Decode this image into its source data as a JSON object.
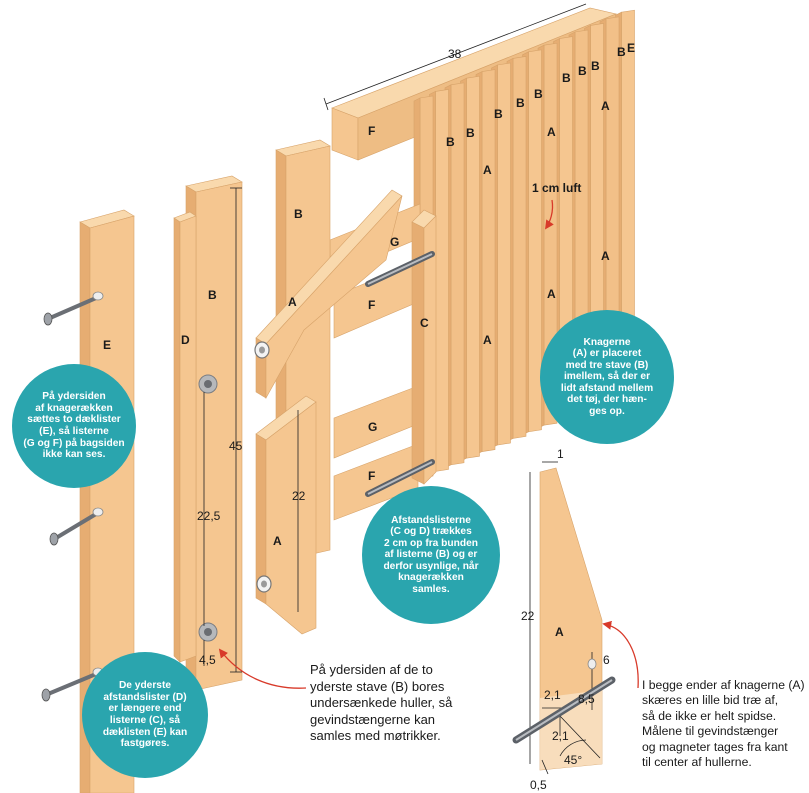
{
  "labels": {
    "E": "E",
    "D": "D",
    "B": "B",
    "A": "A",
    "F": "F",
    "G": "G",
    "C": "C"
  },
  "dimensions": {
    "width_total": "38",
    "gap": "1 cm luft",
    "long_length": "45",
    "hook_length": "22",
    "screw_pos": "22,5",
    "bottom_offset": "4,5",
    "detail_top": "1",
    "detail_length": "22",
    "detail_6": "6",
    "detail_85": "8,5",
    "detail_21a": "2,1",
    "detail_21b": "2,1",
    "detail_05": "0,5",
    "detail_angle": "45°"
  },
  "callouts": {
    "left": [
      "På ydersiden",
      "af knagerækken",
      "sættes to dæklister",
      "(E), så listerne",
      "(G og F) på bagsiden",
      "ikke kan ses."
    ],
    "knager": [
      "Knagerne",
      "(A) er placeret",
      "med tre stave (B)",
      "imellem, så der er",
      "lidt afstand mellem",
      "det tøj, der hæn-",
      "ges op."
    ],
    "afstand": [
      "Afstandslisterne",
      "(C og D) trækkes",
      "2 cm op fra bunden",
      "af listerne (B) og er",
      "derfor usynlige, når",
      "knagerækken",
      "samles."
    ],
    "yderste": [
      "De yderste",
      "afstandslister (D)",
      "er længere end",
      "listerne (C), så",
      "dæklisten (E) kan",
      "fastgøres."
    ]
  },
  "notes": {
    "middle": [
      "På ydersiden af de to",
      "yderste stave (B) bores",
      "undersænkede huller, så",
      "gevindstængerne kan",
      "samles med møtrikker."
    ],
    "right": [
      "I begge ender af knagerne (A)",
      "skæres en lille bid træ af,",
      "så de ikke er helt spidse.",
      "Målene til gevindstænger",
      "og magneter tages fra kant",
      "til center af hullerne."
    ]
  },
  "colors": {
    "wood_front": "#f5c690",
    "wood_side": "#e6ad72",
    "wood_top": "#f9d9ad",
    "callout": "#2aa5ae",
    "arrow": "#d83a2a",
    "steel": "#8a8f96"
  }
}
